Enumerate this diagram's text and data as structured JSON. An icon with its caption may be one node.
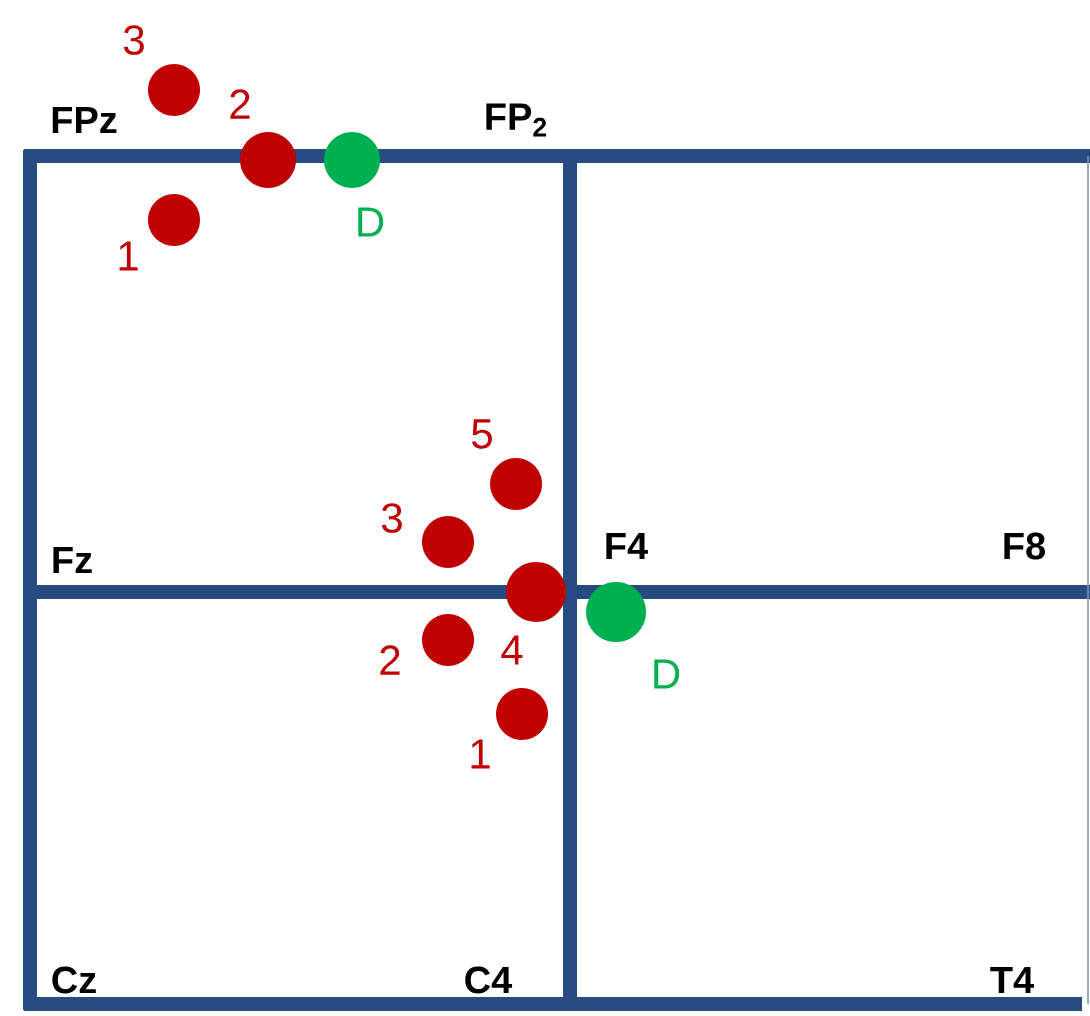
{
  "diagram": {
    "nodes": [
      {
        "text": [],
        "shape": "circle",
        "beside": [
          "3"
        ]
      },
      {
        "text": [],
        "shape": "circle",
        "beside": [
          "2"
        ]
      },
      {
        "text": [],
        "shape": "circle",
        "beside": [
          "1"
        ]
      },
      {
        "text": [],
        "shape": "circle",
        "beside": [
          "D"
        ]
      },
      {
        "text": [],
        "shape": "circle",
        "beside": [
          "5"
        ]
      },
      {
        "text": [],
        "shape": "circle",
        "beside": [
          "3"
        ]
      },
      {
        "text": [],
        "shape": "circle",
        "beside": [
          "4"
        ]
      },
      {
        "text": [],
        "shape": "circle",
        "beside": [
          "2"
        ]
      },
      {
        "text": [],
        "shape": "circle",
        "beside": [
          "1"
        ]
      },
      {
        "text": [],
        "shape": "circle",
        "beside": [
          "D"
        ]
      }
    ],
    "labels": [
      "FPz",
      "FP$_{2}$",
      "Fz",
      "F4",
      "F8",
      "Cz",
      "C4",
      "T4"
    ]
  }
}
